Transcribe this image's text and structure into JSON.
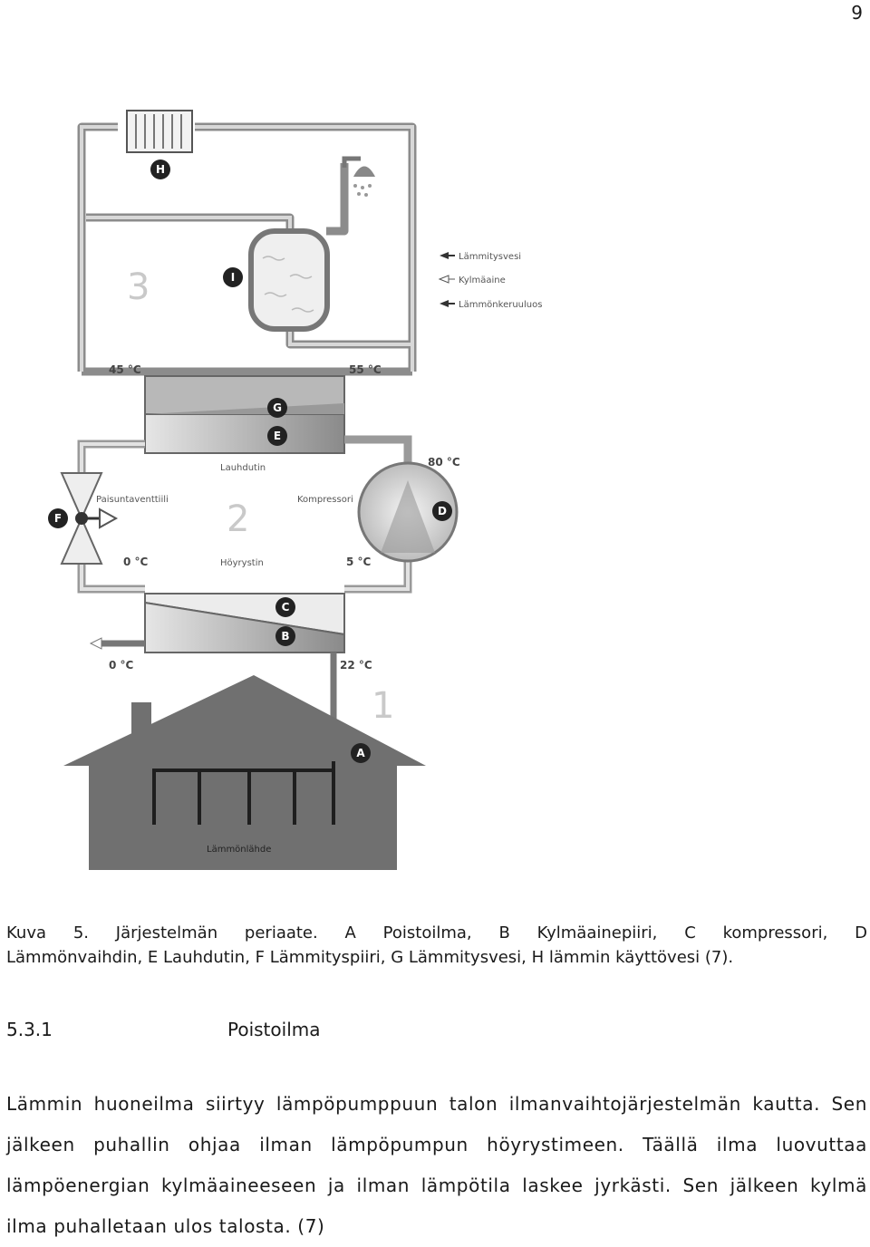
{
  "page_number": "9",
  "figure": {
    "zone_labels": [
      "3",
      "2",
      "1"
    ],
    "letters": {
      "A": "A",
      "B": "B",
      "C": "C",
      "D": "D",
      "E": "E",
      "F": "F",
      "G": "G",
      "H": "H",
      "I": "I"
    },
    "legend": [
      "Lämmitysvesi",
      "Kylmäaine",
      "Lämmönkeruuluos"
    ],
    "temps": {
      "t45": "45 °C",
      "t55": "55 °C",
      "t80": "80 °C",
      "t0a": "0 °C",
      "t5": "5 °C",
      "t0b": "0 °C",
      "t22": "22 °C"
    },
    "labels": {
      "lauhdutin": "Lauhdutin",
      "paisunta": "Paisuntaventtiili",
      "kompressori": "Kompressori",
      "hoyrystin": "Höyrystin",
      "lammonlahde": "Lämmönlähde"
    },
    "colors": {
      "pipe": "#b9b9b9",
      "pipe_edge": "#6d6d6d",
      "house": "#707070",
      "badge": "#222222",
      "heat_exchanger": "#cfcfcf"
    }
  },
  "caption": {
    "line1": "Kuva 5. Järjestelmän periaate. A Poistoilma, B Kylmäainepiiri, C kompressori, D",
    "line2": "Lämmönvaihdin, E Lauhdutin, F Lämmityspiiri, G Lämmitysvesi, H lämmin käyttövesi (7)."
  },
  "section": {
    "number": "5.3.1",
    "title": "Poistoilma"
  },
  "body": "Lämmin huoneilma siirtyy lämpöpumppuun talon ilmanvaihtojärjestelmän kautta. Sen jälkeen puhallin ohjaa ilman lämpöpumpun höyrystimeen. Täällä ilma luovuttaa lämpöenergian kylmäaineeseen ja ilman lämpötila laskee jyrkästi. Sen jälkeen kylmä ilma puhalletaan ulos talosta. (7)"
}
